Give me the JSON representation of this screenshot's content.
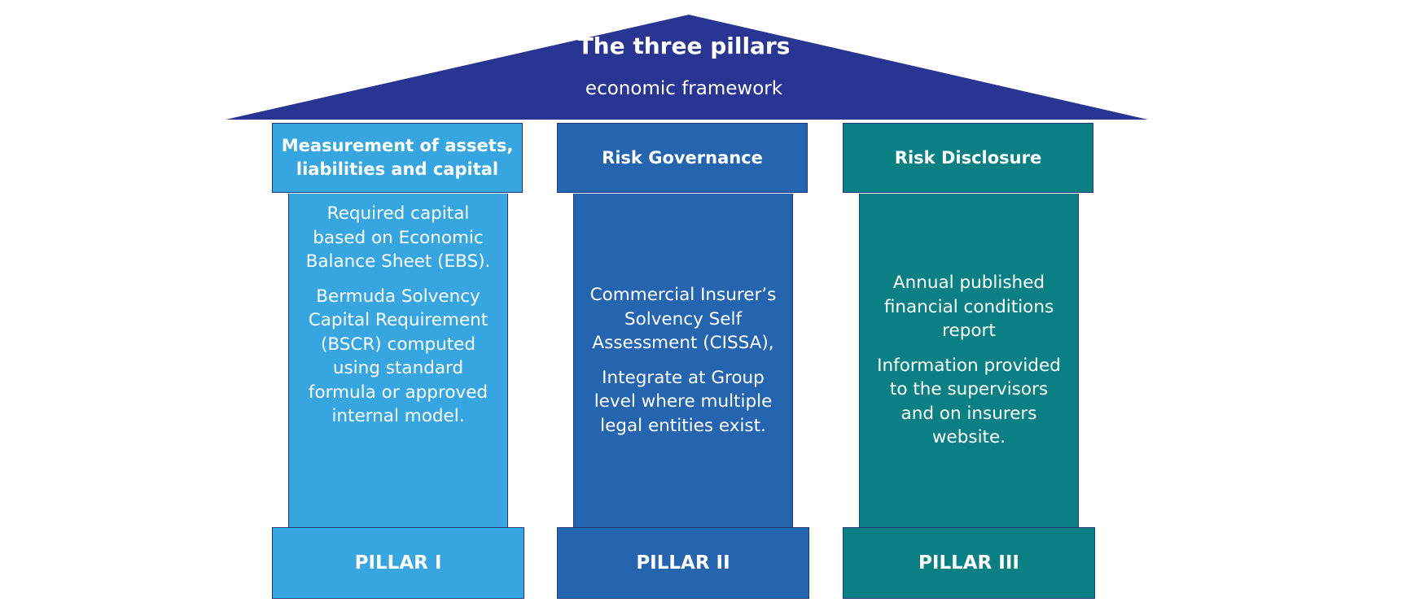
{
  "roof": {
    "title": "The three pillars",
    "subtitle": "economic framework",
    "color": "#283593"
  },
  "pillars": [
    {
      "heading": "Measurement of assets, liabilities and capital",
      "paragraphs": [
        "Required capital based on Economic Balance Sheet (EBS).",
        "Bermuda Solvency Capital Requirement (BSCR) computed using standard formula or approved internal model."
      ],
      "label": "PILLAR I",
      "color": "#37a6e0"
    },
    {
      "heading": "Risk Governance",
      "paragraphs": [
        "Commercial Insurer’s Solvency Self Assessment (CISSA),",
        "Integrate at Group level where multiple legal entities exist."
      ],
      "label": "PILLAR II",
      "color": "#2565b0"
    },
    {
      "heading": "Risk Disclosure",
      "paragraphs": [
        "Annual published financial conditions report",
        "Information provided to the supervisors and on insurers website."
      ],
      "label": "PILLAR III",
      "color": "#0a8085"
    }
  ]
}
